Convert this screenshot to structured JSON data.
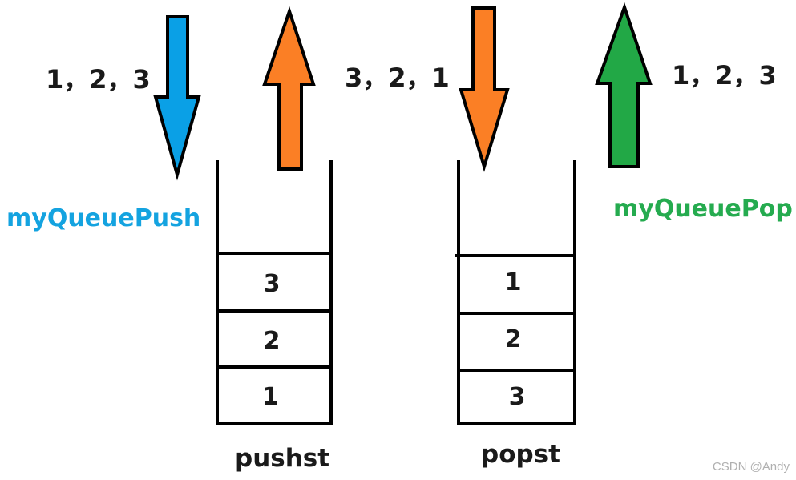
{
  "labels": {
    "push_input": "1，2，3",
    "transfer": "3，2，1",
    "pop_output": "1，2，3",
    "push_function": "myQueuePush",
    "pop_function": "myQueuePop",
    "watermark": "CSDN @Andy"
  },
  "stacks": {
    "pushst": {
      "name": "pushst",
      "cells_top_to_bottom": [
        "3",
        "2",
        "1"
      ]
    },
    "popst": {
      "name": "popst",
      "cells_top_to_bottom": [
        "1",
        "2",
        "3"
      ]
    }
  },
  "colors": {
    "push_arrow": "#0aa0e6",
    "transfer_arrow_up": "#fb7f25",
    "transfer_arrow_down": "#fb7f25",
    "pop_arrow": "#22a846",
    "push_function_text": "#14a3e0",
    "pop_function_text": "#25ab4f"
  }
}
